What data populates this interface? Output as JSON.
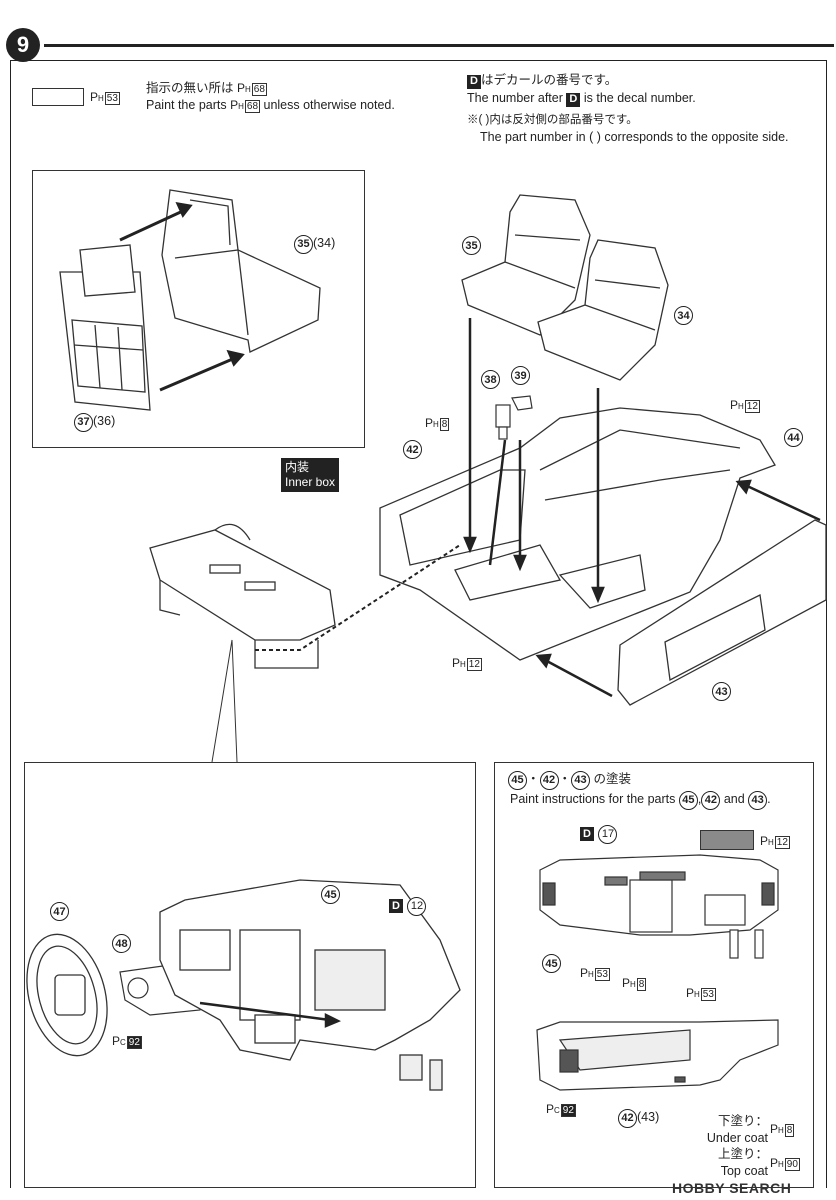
{
  "step": {
    "number": "9"
  },
  "legend": {
    "code_prefix": "P",
    "code_sub": "H",
    "swatch_code": "53",
    "default_line_jp": "指示の無い所は",
    "default_code": "68",
    "default_line_en_a": "Paint the parts",
    "default_line_en_b": "unless otherwise noted."
  },
  "notes": {
    "decal_letter": "D",
    "decal_jp": "はデカールの番号です。",
    "decal_en_a": "The number after",
    "decal_en_b": "is the decal number.",
    "opposite_jp": "※(   )内は反対側の部品番号です。",
    "opposite_en": "The part number in (    ) corresponds to the opposite side."
  },
  "seat_detail": {
    "label_35_34": "35",
    "label_34_paren": "(34)",
    "label_37": "37",
    "label_36_paren": "(36)"
  },
  "main_assembly": {
    "inner_box_jp": "内装",
    "inner_box_en": "Inner box",
    "part_35": "35",
    "part_34": "34",
    "part_38": "38",
    "part_39": "39",
    "part_42": "42",
    "part_43": "43",
    "part_44": "44",
    "code_8": "8",
    "code_12": "12",
    "code_12b": "12"
  },
  "dash_panel": {
    "part_47": "47",
    "part_48": "48",
    "part_45": "45",
    "decal_12": "12",
    "code_pc": "C",
    "code_92": "92"
  },
  "paint_panel": {
    "title_jp": "・      ・      の塗装",
    "p45": "45",
    "p42": "42",
    "p43": "43",
    "title_en_a": "Paint instructions for the parts",
    "title_en_and": "and",
    "decal_17": "17",
    "swatch_code": "12",
    "label_45": "45",
    "code_53": "53",
    "code_8": "8",
    "code_53b": "53",
    "code_92": "92",
    "label_42_43": "42",
    "label_43_paren": "(43)",
    "under_jp": "下塗り：",
    "under_en": "Under coat",
    "under_code": "8",
    "top_jp": "上塗り：",
    "top_en": "Top coat",
    "top_code": "90"
  },
  "watermark": {
    "text": "HOBBY SEARCH"
  }
}
